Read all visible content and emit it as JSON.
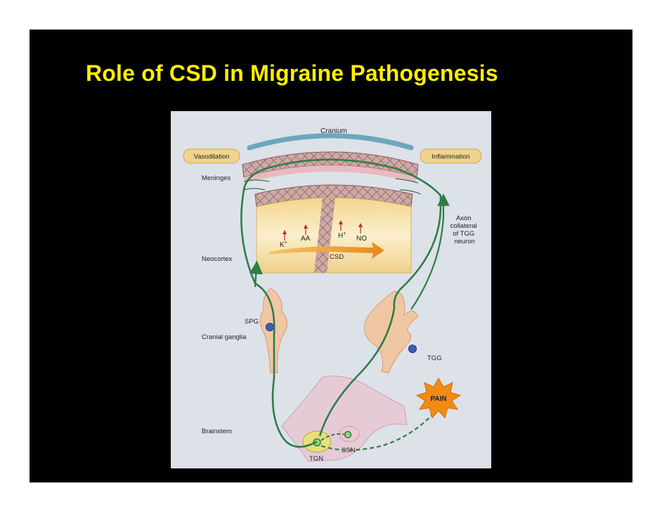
{
  "title": "Role of CSD in Migraine Pathogenesis",
  "colors": {
    "slide_background": "#000000",
    "title": "#ffee00",
    "panel_background": "#dde1e8",
    "nerve_fiber": "#2e7d4a",
    "cranium": "#6ba7bd",
    "meninges": "#d7a0a0",
    "pain_star": "#f28a14"
  },
  "diagram": {
    "labels": {
      "cranium": "Cranium",
      "vasodilation": "Vasodilation",
      "inflammation": "Inflammation",
      "meninges": "Meninges",
      "neocortex": "Neocortex",
      "axon_collateral": [
        "Axon",
        "collateral",
        "of TGG",
        "neuron"
      ],
      "spg": "SPG",
      "cranial_ganglia": "Cranial ganglia",
      "tgg": "TGG",
      "pain": "PAIN",
      "brainstem": "Brainstem",
      "tgn": "TGN",
      "ssn": "SSN",
      "csd": "CSD"
    },
    "ions": {
      "k": "K",
      "k_sup": "+",
      "aa": "AA",
      "h": "H",
      "h_sup": "+",
      "no": "NO"
    }
  }
}
